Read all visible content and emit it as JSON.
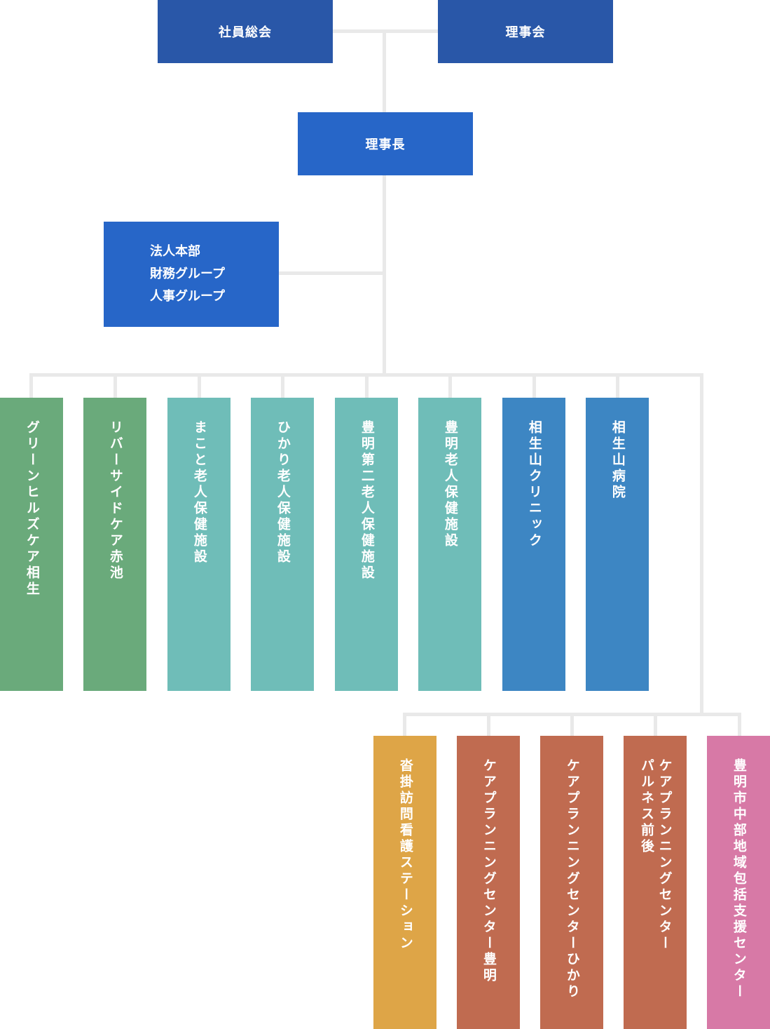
{
  "colors": {
    "line": "#e9e9e9",
    "navy": "#2957a8",
    "blue": "#2766c8",
    "green": "#6aaa7b",
    "teal": "#6fbdb8",
    "medium_blue": "#3d86c3",
    "orange": "#dea547",
    "brick": "#c06b50",
    "pink": "#d779a6"
  },
  "top": {
    "general_meeting": "社員総会",
    "board": "理事会"
  },
  "chairman": "理事長",
  "headquarters": {
    "lines": [
      "法人本部",
      "財務グループ",
      "人事グループ"
    ]
  },
  "facilities_row1": [
    "グリーンヒルズケア相生",
    "リバーサイドケア赤池",
    "まこと老人保健施設",
    "ひかり老人保健施設",
    "豊明第二老人保健施設",
    "豊明老人保健施設",
    "相生山クリニック",
    "相生山病院"
  ],
  "facilities_row2": [
    "沓掛訪問看護ステーション",
    "ケアプランニングセンター豊明",
    "ケアプランニングセンターひかり",
    "ケアプランニングセンター\nパルネス前後",
    "豊明市中部地域包括支援センター"
  ]
}
